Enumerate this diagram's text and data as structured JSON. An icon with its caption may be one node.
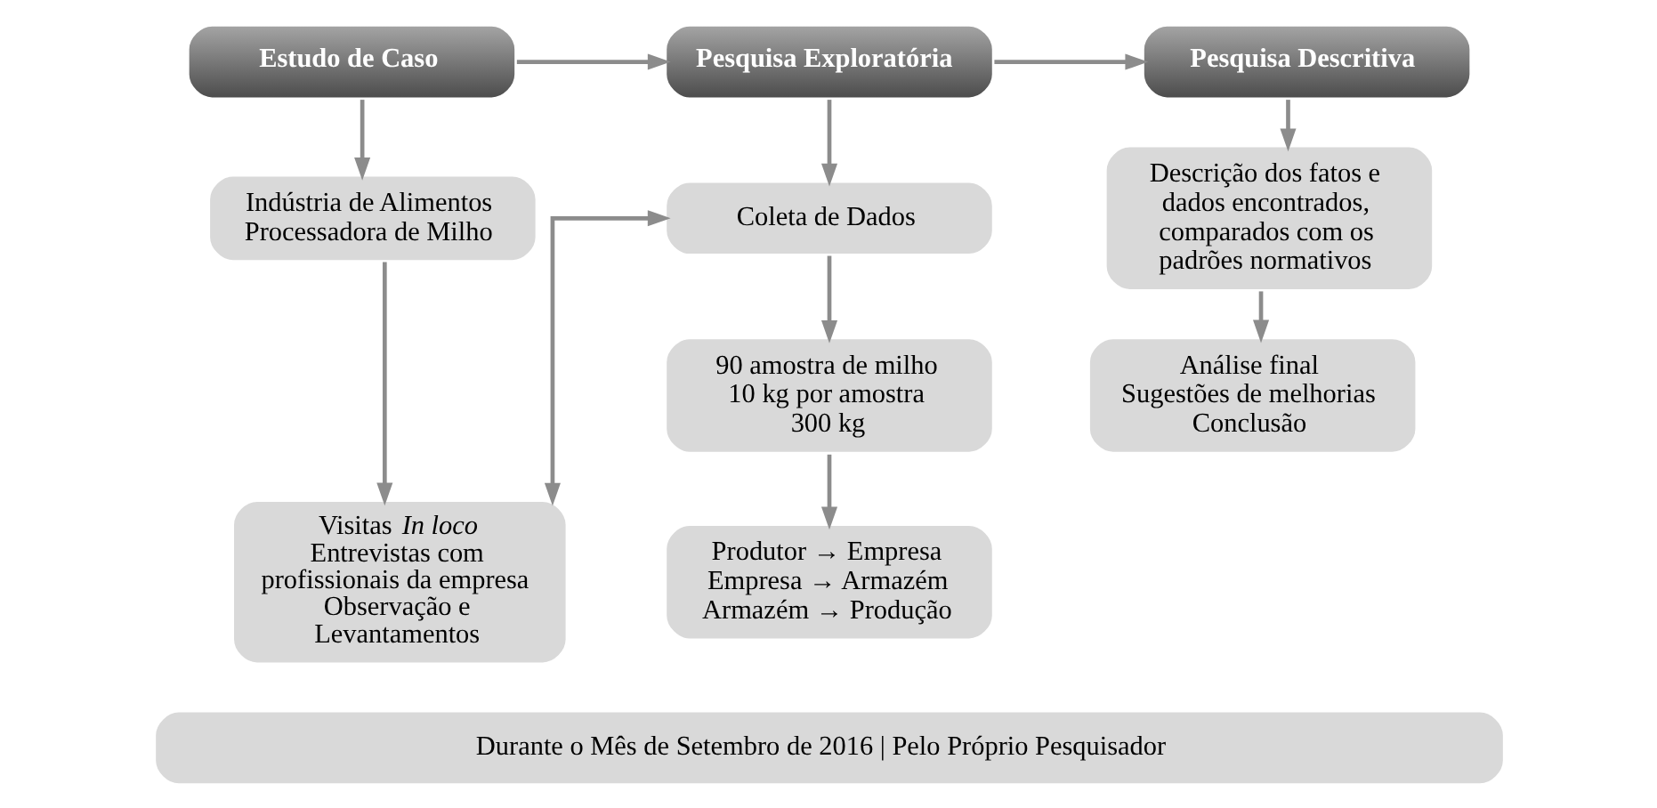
{
  "diagram": {
    "nodes": [
      {
        "text": [
          "Estudo de Caso"
        ]
      },
      {
        "text": [
          "Pesquisa Exploratória"
        ]
      },
      {
        "text": [
          "Pesquisa Descritiva"
        ]
      },
      {
        "text": [
          "Indústria de Alimentos Processadora de Milho"
        ]
      },
      {
        "text": [
          "Visitas *In loco*",
          "Entrevistas com profissionais da empresa",
          "Observação e Levantamentos"
        ]
      },
      {
        "text": [
          "Coleta de Dados"
        ]
      },
      {
        "text": [
          "90 amostra de milho",
          "10 kg por amostra",
          "300 kg"
        ]
      },
      {
        "text": [
          "Produtor → Empresa",
          "Empresa → Armazém",
          "Armazém → Produção"
        ]
      },
      {
        "text": [
          "Descrição dos fatos e dados encontrados, comparados com os padrões normativos"
        ]
      },
      {
        "text": [
          "Análise final",
          "Sugestões de melhorias",
          "Conclusão"
        ]
      },
      {
        "text": [
          "Durante o Mês de Setembro de 2016 | Pelo Próprio Pesquisador"
        ]
      }
    ],
    "edges": [
      {
        "from": 0,
        "to": 1,
        "arrow": "to"
      },
      {
        "from": 1,
        "to": 2,
        "arrow": "to"
      },
      {
        "from": 0,
        "to": 3,
        "arrow": "to"
      },
      {
        "from": 3,
        "to": 4,
        "arrow": "to"
      },
      {
        "from": 4,
        "to": 5,
        "arrow": "both"
      },
      {
        "from": 1,
        "to": 5,
        "arrow": "to"
      },
      {
        "from": 5,
        "to": 6,
        "arrow": "to"
      },
      {
        "from": 6,
        "to": 7,
        "arrow": "to"
      },
      {
        "from": 2,
        "to": 8,
        "arrow": "to"
      },
      {
        "from": 8,
        "to": 9,
        "arrow": "to"
      }
    ]
  }
}
